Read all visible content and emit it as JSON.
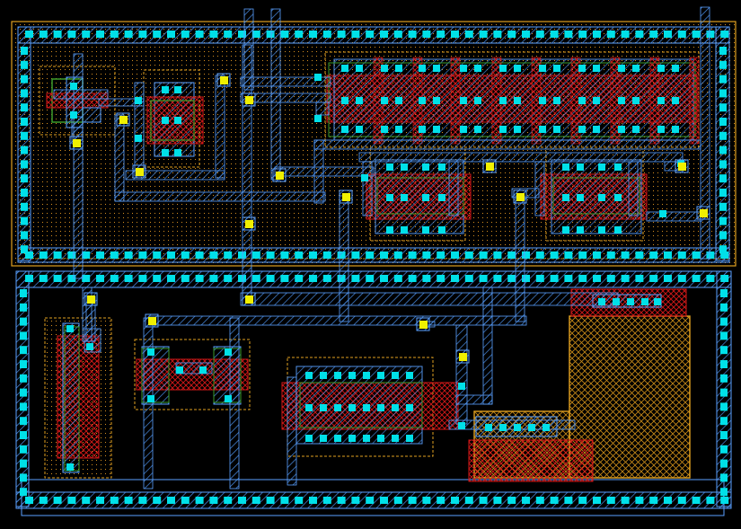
{
  "canvas": {
    "background": "#000000"
  },
  "layers": {
    "metal1": {
      "name": "metal1",
      "color": "#5aa0ff",
      "hatch": "diagonal"
    },
    "poly": {
      "name": "poly",
      "color": "#e01818",
      "hatch": "cross"
    },
    "active": {
      "name": "active",
      "color": "#3a9a2a",
      "hatch": "none"
    },
    "nwell": {
      "name": "nwell",
      "color": "#e0a020",
      "hatch": "dotted"
    },
    "implant": {
      "name": "implant",
      "color": "#c8a020",
      "hatch": "crosshatch"
    },
    "contact": {
      "name": "contact",
      "color": "#00e0e8"
    },
    "via": {
      "name": "via",
      "color": "#f0f000"
    }
  }
}
